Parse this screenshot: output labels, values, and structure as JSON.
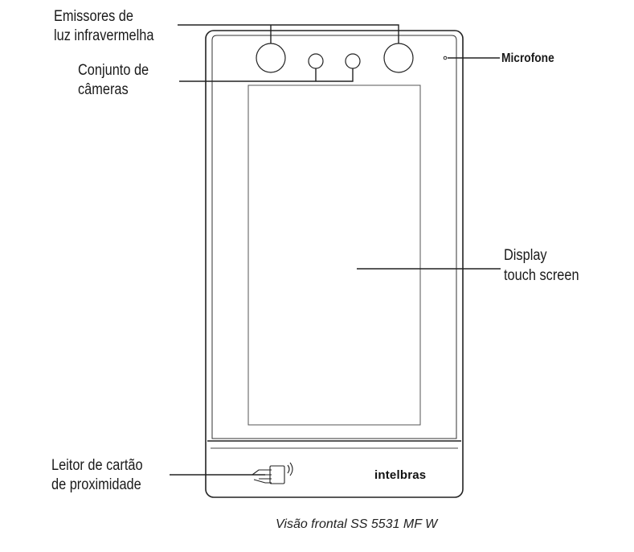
{
  "labels": {
    "infrared_line1": "Emissores de",
    "infrared_line2": "luz infravermelha",
    "cameras_line1": "Conjunto de",
    "cameras_line2": "câmeras",
    "microphone": "Microfone",
    "display_line1": "Display",
    "display_line2": "touch screen",
    "reader_line1": "Leitor de cartão",
    "reader_line2": "de proximidade"
  },
  "device": {
    "brand": "intelbras"
  },
  "caption": "Visão frontal SS 5531 MF W",
  "colors": {
    "stroke": "#222222",
    "text": "#1a1a1a"
  }
}
